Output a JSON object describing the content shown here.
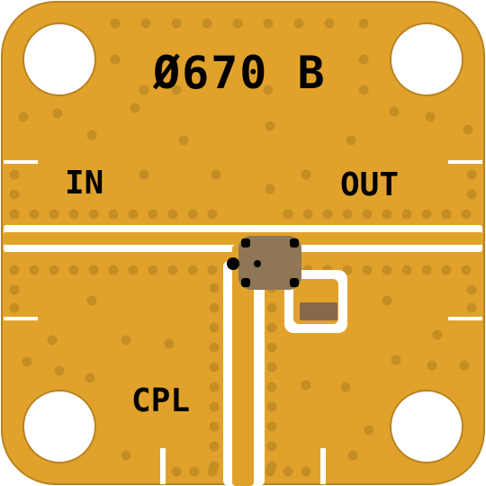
{
  "board": {
    "part_number": "Ø670 B",
    "port_in": "IN",
    "port_out": "OUT",
    "port_cpl": "CPL"
  },
  "colors": {
    "gold": "#e1a22c",
    "gold_edge": "#b8831f",
    "via": "#c58e24",
    "trace_gap": "#ffffff",
    "chip": "#8e7656",
    "resistor": "#86694a",
    "mounting_hole": "#ffffff",
    "ink": "#000000"
  },
  "icons": {
    "mounting_hole": "mounting-hole-icon",
    "chip": "coupler-chip-icon",
    "pin1_marker": "pin1-dot-icon",
    "resistor": "termination-resistor-icon"
  }
}
